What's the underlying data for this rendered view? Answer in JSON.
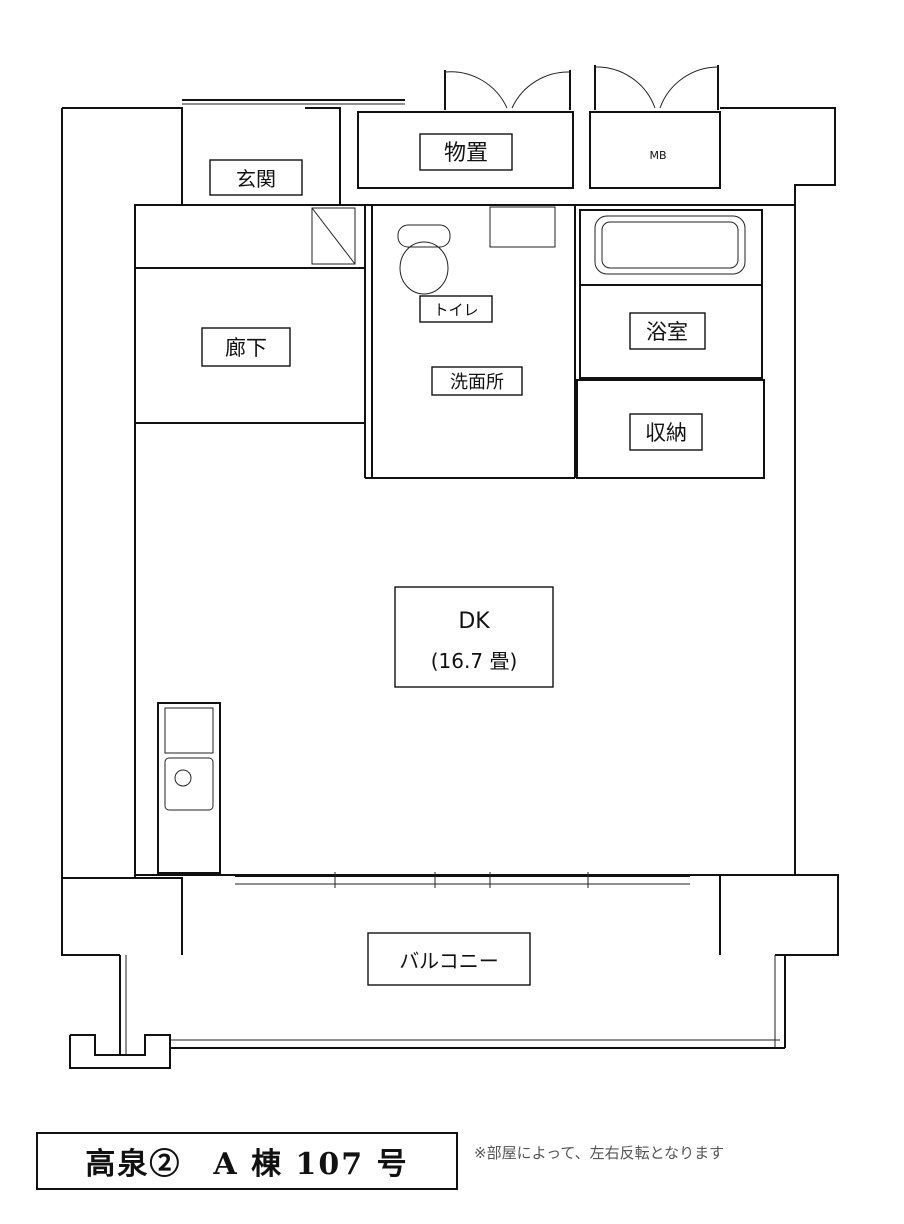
{
  "rooms": {
    "storage_top": "物置",
    "mb": "MB",
    "entrance": "玄関",
    "toilet": "トイレ",
    "hallway": "廊下",
    "washroom": "洗面所",
    "bath": "浴室",
    "closet": "収納",
    "dk_name": "DK",
    "dk_size": "(16.7 畳)",
    "balcony": "バルコニー"
  },
  "footer": {
    "title": "高泉②　A 棟 107 号",
    "note": "※部屋によって、左右反転となります"
  }
}
